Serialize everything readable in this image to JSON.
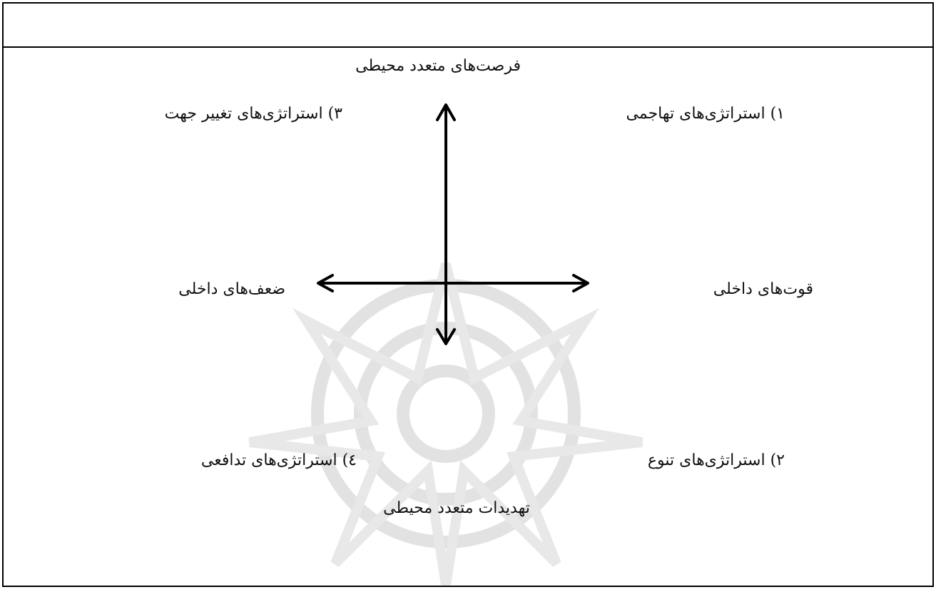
{
  "diagram": {
    "top_label": "فرصت‌های متعدد محیطی",
    "bottom_label": "تهدیدات متعدد محیطی",
    "right_label": "قوت‌های داخلی",
    "left_label": "ضعف‌های داخلی",
    "quadrants": {
      "q1": "۱) استراتژی‌های تهاجمی",
      "q2": "۲) استراتژی‌های تنوع",
      "q3": "۳) استراتژی‌های تغییر جهت",
      "q4": "٤) استراتژی‌های تدافعی"
    }
  }
}
